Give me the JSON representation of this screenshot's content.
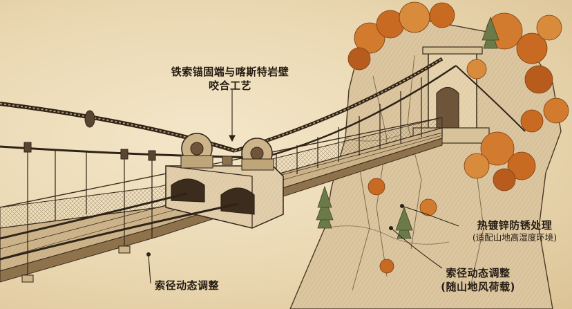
{
  "annotations": {
    "anchor": {
      "line1": "铁索锚固端与喀斯特岩壁",
      "line2": "咬合工艺"
    },
    "galvanize": {
      "line1": "热镀锌防锈处理",
      "line2": "(适配山地高湿度环境)"
    },
    "cable_adjust_left": {
      "line1": "索径动态调整"
    },
    "cable_adjust_right": {
      "line1": "索径动态调整",
      "line2": "(随山地风荷载)"
    }
  },
  "colors": {
    "paper": "#ecdcb8",
    "ink": "#3a2c1e",
    "rock": "#d9c4a0",
    "foliage_orange": "#d27a2e",
    "foliage_dark": "#a9541c",
    "pine": "#6b7a48"
  }
}
